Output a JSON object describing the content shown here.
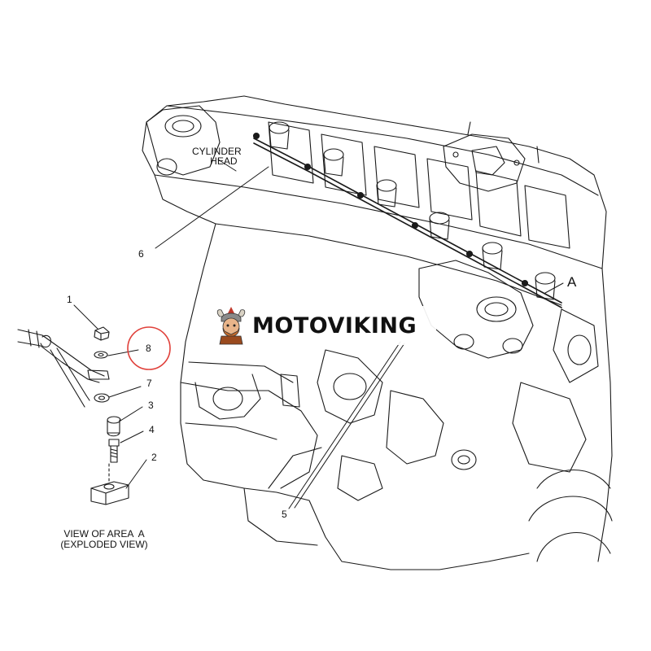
{
  "diagram": {
    "labels": {
      "cylinder_head_line1": "CYLINDER",
      "cylinder_head_line2": "HEAD",
      "callout_a": "A",
      "part_1": "1",
      "part_2": "2",
      "part_3": "3",
      "part_4": "4",
      "part_5": "5",
      "part_6": "6",
      "part_7": "7",
      "part_8": "8"
    },
    "caption_line1": "VIEW OF AREA  A",
    "caption_line2": "(EXPLODED VIEW)",
    "highlight_color": "#e0403a"
  },
  "watermark": {
    "text": "MOTOVIKING",
    "icon": "viking-mascot-logo"
  }
}
